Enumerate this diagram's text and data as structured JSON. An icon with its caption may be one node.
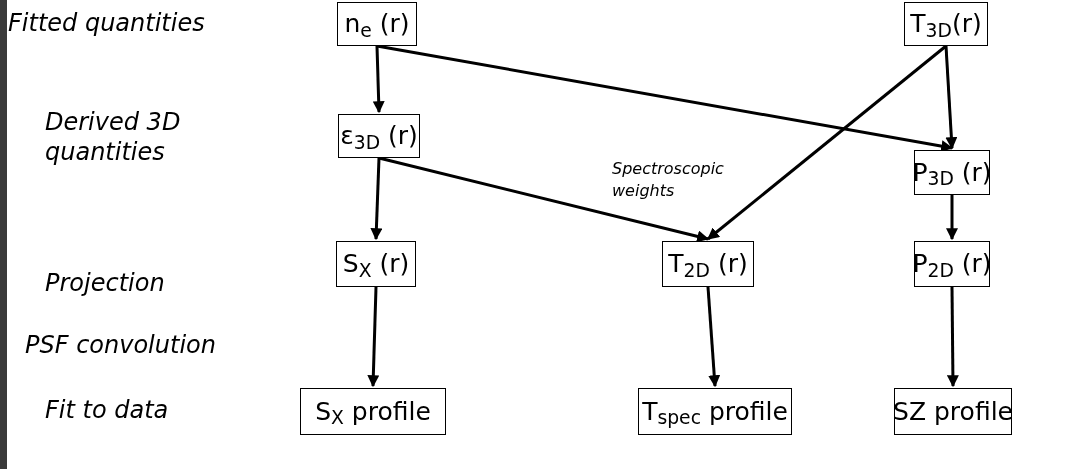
{
  "diagram": {
    "nodes": [
      {
        "text": [
          "n$_{e}$ (r)"
        ]
      },
      {
        "text": [
          "T$_{3D}$(r)"
        ]
      },
      {
        "text": [
          "ε$_{3D}$ (r)"
        ]
      },
      {
        "text": [
          "P$_{3D}$ (r)"
        ]
      },
      {
        "text": [
          "S$_{X}$ (r)"
        ]
      },
      {
        "text": [
          "T$_{2D}$ (r)"
        ]
      },
      {
        "text": [
          "P$_{2D}$ (r)"
        ]
      },
      {
        "text": [
          "S$_{X}$ profile"
        ]
      },
      {
        "text": [
          "T$_{spec}$ profile"
        ]
      },
      {
        "text": [
          "SZ profile"
        ]
      }
    ],
    "edges": [
      {
        "from": 0,
        "to": 2,
        "arrow": "to"
      },
      {
        "from": 0,
        "to": 3,
        "arrow": "to"
      },
      {
        "from": 1,
        "to": 3,
        "arrow": "to"
      },
      {
        "from": 1,
        "to": 5,
        "arrow": "to",
        "label": "Spectroscopic weights"
      },
      {
        "from": 2,
        "to": 4,
        "arrow": "to"
      },
      {
        "from": 2,
        "to": 5,
        "arrow": "to"
      },
      {
        "from": 3,
        "to": 6,
        "arrow": "to"
      },
      {
        "from": 4,
        "to": 7,
        "arrow": "to"
      },
      {
        "from": 5,
        "to": 8,
        "arrow": "to"
      },
      {
        "from": 6,
        "to": 9,
        "arrow": "to"
      }
    ],
    "labels": [
      "Fitted quantities",
      "Derived 3D quantities",
      "Projection",
      "PSF convolution",
      "Fit to data"
    ]
  }
}
